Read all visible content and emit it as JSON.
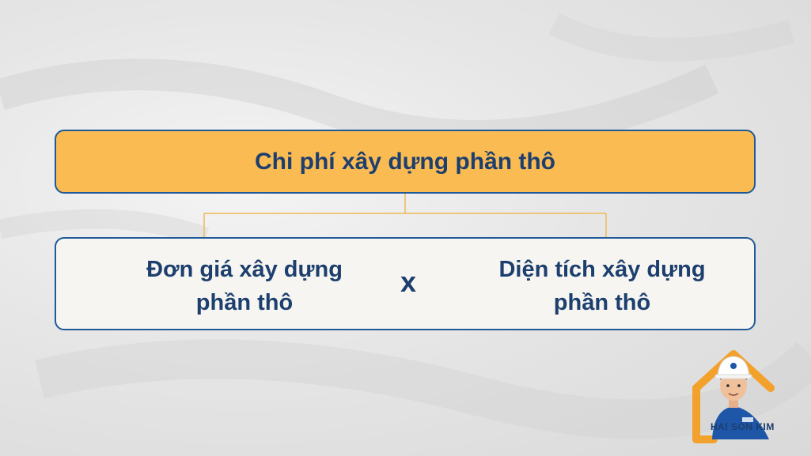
{
  "diagram": {
    "total_label": "Chi phí xây dựng phần thô",
    "factor_left": "Đơn giá xây dựng\nphần thô",
    "operator": "x",
    "factor_right": "Diện tích xây dựng\nphần thô"
  },
  "brand": {
    "logo_text": "HAI SON KIM"
  },
  "colors": {
    "accent": "#fbbb53",
    "border": "#1d5a97",
    "text": "#1d3f6e",
    "panel": "#f6f5f1"
  }
}
